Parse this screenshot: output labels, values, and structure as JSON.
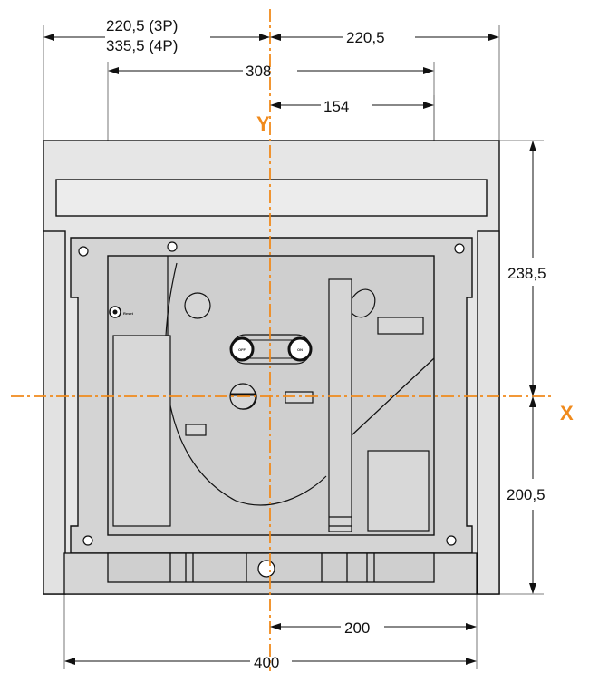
{
  "dimensions": {
    "top_left_3p": "220,5 (3P)",
    "top_left_4p": "335,5 (4P)",
    "top_right": "220,5",
    "width_308": "308",
    "width_154": "154",
    "height_upper": "238,5",
    "height_lower": "200,5",
    "bottom_200": "200",
    "bottom_400": "400"
  },
  "axes": {
    "y_label": "Y",
    "x_label": "X",
    "color": "#f08a1c"
  },
  "buttons": {
    "off_label": "OFF",
    "on_label": "ON",
    "reset_label": "Reset"
  },
  "colors": {
    "housing_fill": "#e6e6e6",
    "panel_fill": "#d4d4d4",
    "face_fill": "#cfcfcf",
    "line": "#111111"
  }
}
